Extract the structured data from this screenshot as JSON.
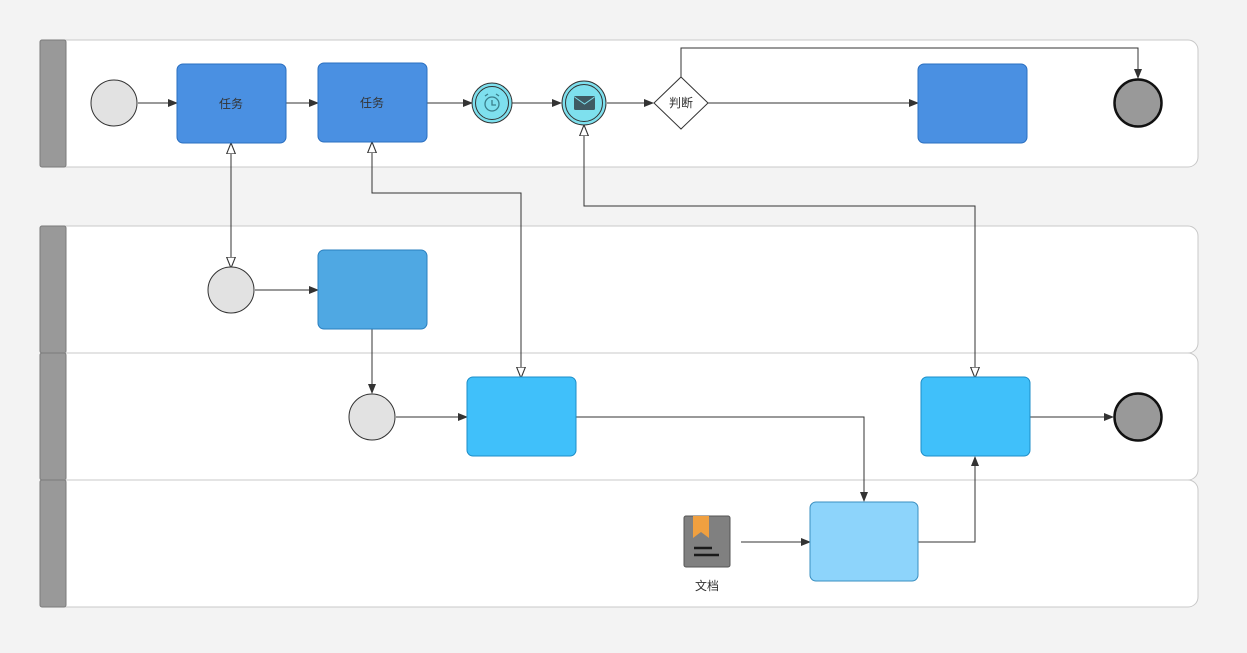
{
  "colors": {
    "background": "#f3f3f3",
    "lane_fill": "#ffffff",
    "lane_border": "#c8c8c8",
    "lane_header": "#999999",
    "task_dark": "#4a90e2",
    "task_mid": "#4fa8e3",
    "task_cyan": "#40c0fa",
    "task_light": "#8dd4fb",
    "start_event": "#e2e2e2",
    "end_event": "#999999",
    "event_teal": "#7ee0ee",
    "gateway": "#ffffff",
    "document_body": "#808080",
    "document_tab": "#f0a040",
    "line": "#333333"
  },
  "lanes": [
    {
      "id": "lane1",
      "label": ""
    },
    {
      "id": "lane2",
      "label": ""
    },
    {
      "id": "lane3",
      "label": ""
    },
    {
      "id": "lane4",
      "label": ""
    }
  ],
  "nodes": {
    "start1": {
      "type": "start-event",
      "label": ""
    },
    "task1": {
      "type": "task",
      "label": "任务"
    },
    "task2": {
      "type": "task",
      "label": "任务"
    },
    "timer1": {
      "type": "timer-event",
      "icon": "alarm-clock-icon",
      "label": ""
    },
    "message1": {
      "type": "message-event",
      "icon": "envelope-icon",
      "label": ""
    },
    "gateway1": {
      "type": "gateway",
      "label": "判断"
    },
    "task3": {
      "type": "task",
      "label": ""
    },
    "end1": {
      "type": "end-event",
      "label": ""
    },
    "start2": {
      "type": "start-event",
      "label": ""
    },
    "task4": {
      "type": "task",
      "label": ""
    },
    "start3": {
      "type": "start-event",
      "label": ""
    },
    "task5": {
      "type": "task",
      "label": ""
    },
    "task6": {
      "type": "task",
      "label": ""
    },
    "end2": {
      "type": "end-event",
      "label": ""
    },
    "document1": {
      "type": "document",
      "icon": "document-icon",
      "label": "文档"
    },
    "task7": {
      "type": "task",
      "label": ""
    }
  },
  "edges": [
    {
      "from": "start1",
      "to": "task1",
      "kind": "sequence"
    },
    {
      "from": "task1",
      "to": "task2",
      "kind": "sequence"
    },
    {
      "from": "task2",
      "to": "timer1",
      "kind": "sequence"
    },
    {
      "from": "timer1",
      "to": "message1",
      "kind": "sequence"
    },
    {
      "from": "message1",
      "to": "gateway1",
      "kind": "sequence"
    },
    {
      "from": "gateway1",
      "to": "task3",
      "kind": "sequence"
    },
    {
      "from": "gateway1",
      "to": "end1",
      "kind": "sequence"
    },
    {
      "from": "start2",
      "to": "task4",
      "kind": "sequence"
    },
    {
      "from": "task4",
      "to": "start3",
      "kind": "sequence"
    },
    {
      "from": "start3",
      "to": "task5",
      "kind": "sequence"
    },
    {
      "from": "task5",
      "to": "task7",
      "kind": "sequence"
    },
    {
      "from": "document1",
      "to": "task7",
      "kind": "sequence"
    },
    {
      "from": "task7",
      "to": "task6",
      "kind": "sequence"
    },
    {
      "from": "task6",
      "to": "end2",
      "kind": "sequence"
    },
    {
      "from": "start2",
      "to": "task1",
      "kind": "message",
      "bidirectional": true
    },
    {
      "from": "task5",
      "to": "task2",
      "kind": "message"
    },
    {
      "from": "task6",
      "to": "message1",
      "kind": "message"
    }
  ]
}
